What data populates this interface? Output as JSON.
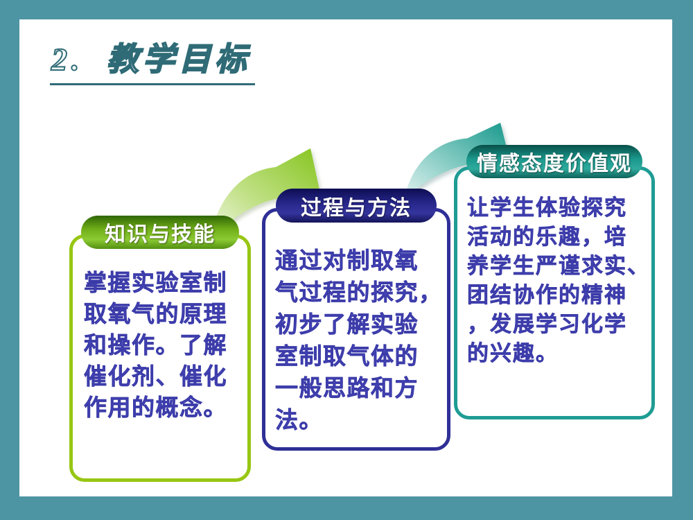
{
  "slide": {
    "title": "2. 教学目标",
    "background": "#FFFFFF",
    "frame_color": "#4E95A3",
    "title_color": "#2F6B76",
    "body_text_color": "#4646B8"
  },
  "boxes": [
    {
      "id": "knowledge-skills",
      "header": "知识与技能",
      "accent_color": "#97C613",
      "lines": [
        "掌握实验室制",
        "取氧气的原理",
        "和操作。了解",
        "催化剂、催化",
        "作用的概念。"
      ]
    },
    {
      "id": "process-method",
      "header": "过程与方法",
      "accent_color": "#2F2F97",
      "lines": [
        "通过对制取氧",
        "气过程的探究，",
        "初步了解实验",
        "室制取气体的",
        "一般思路和方",
        "法。"
      ]
    },
    {
      "id": "emotion-attitude-values",
      "header": "情感态度价值观",
      "accent_color": "#1E9C94",
      "lines": [
        "让学生体验探究",
        "活动的乐趣，培",
        "养学生严谨求实、",
        "团结协作的精神",
        "，发展学习化学",
        "的兴趣。"
      ]
    }
  ],
  "arrows": [
    {
      "id": "arrow-knowledge-to-process",
      "color": "#86C520",
      "direction": "up-right"
    },
    {
      "id": "arrow-process-to-emotion",
      "color": "#17988C",
      "direction": "up-right"
    }
  ]
}
